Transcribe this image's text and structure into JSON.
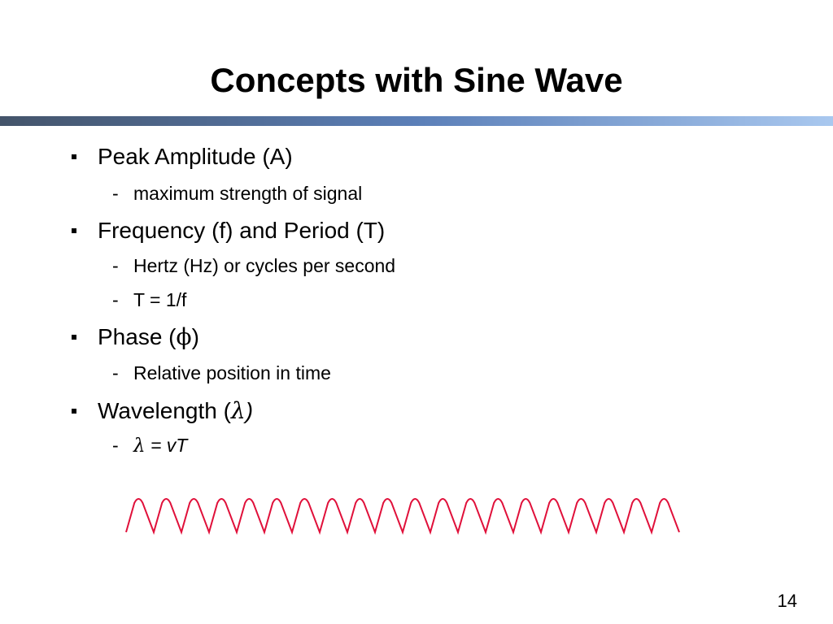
{
  "slide": {
    "title": "Concepts with Sine Wave",
    "page_number": "14",
    "rule_gradient": [
      "#44546a",
      "#5b7fb8",
      "#a9c8ef"
    ],
    "wave_color": "#e0103a",
    "bullets": [
      {
        "label_prefix": "Peak Amplitude (A)",
        "symbol": "",
        "label_suffix": "",
        "subs": [
          "maximum strength of signal"
        ]
      },
      {
        "label_prefix": "Frequency (f) and Period (T)",
        "symbol": "",
        "label_suffix": "",
        "subs": [
          "Hertz (Hz) or cycles per second",
          "T = 1/f"
        ]
      },
      {
        "label_prefix": "Phase (",
        "symbol": "ϕ",
        "label_suffix": ")",
        "subs": [
          "Relative position in time"
        ]
      },
      {
        "label_prefix": "Wavelength (",
        "symbol": "λ",
        "label_suffix": ")",
        "subs": []
      }
    ],
    "wavelength_formula": {
      "symbol": "λ",
      "rest": " = vT"
    },
    "wave_cycles": 20
  }
}
